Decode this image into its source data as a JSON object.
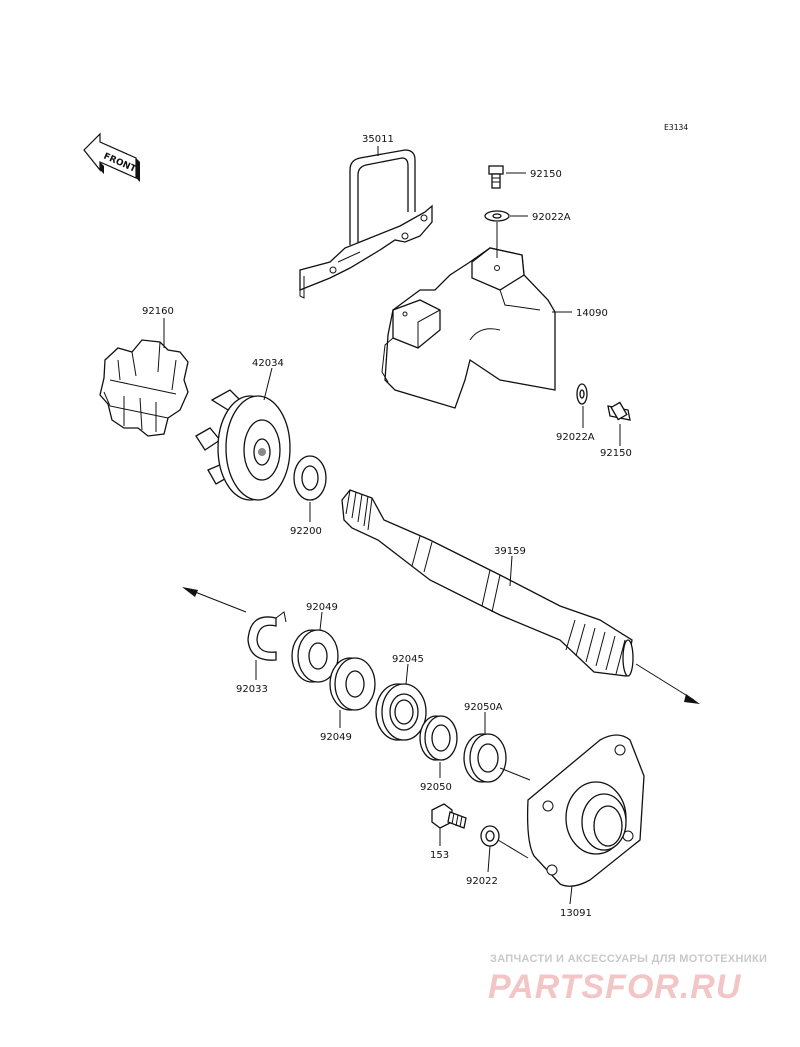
{
  "diagram_code": "E3134",
  "front_label": "FRONT",
  "parts": {
    "p35011": "35011",
    "p92150_top": "92150",
    "p92022A_top": "92022A",
    "p14090": "14090",
    "p92160": "92160",
    "p42034": "42034",
    "p92022A_bot": "92022A",
    "p92150_bot": "92150",
    "p92200": "92200",
    "p39159": "39159",
    "p92049_top": "92049",
    "p92033": "92033",
    "p92045": "92045",
    "p92049_bot": "92049",
    "p92050A": "92050A",
    "p92050": "92050",
    "p153": "153",
    "p92022": "92022",
    "p13091": "13091"
  },
  "watermark": {
    "tagline": "ЗАПЧАСТИ И АКСЕССУАРЫ ДЛЯ МОТОТЕХНИКИ",
    "brand": "PARTSFOR.RU"
  }
}
